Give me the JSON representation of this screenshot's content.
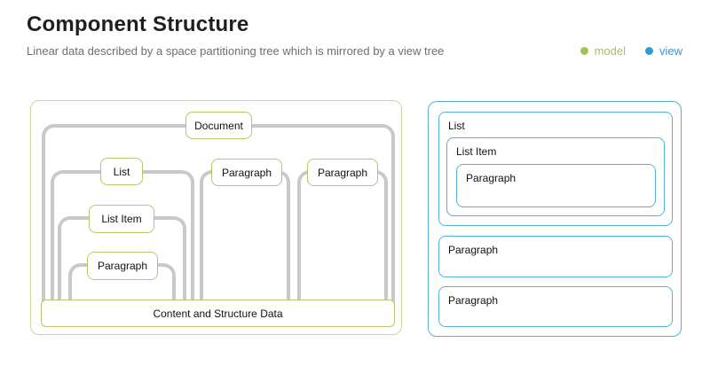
{
  "header": {
    "title": "Component Structure",
    "subtitle": "Linear data described by a space partitioning tree which is mirrored by a view tree"
  },
  "legend": {
    "model_label": "model",
    "view_label": "view"
  },
  "model_tree": {
    "document_label": "Document",
    "list_label": "List",
    "paragraph_mid_label": "Paragraph",
    "paragraph_right_label": "Paragraph",
    "list_item_label": "List Item",
    "paragraph_left_label": "Paragraph",
    "data_bar_label": "Content and Structure Data"
  },
  "view_tree": {
    "list_label": "List",
    "list_item_label": "List Item",
    "paragraph_nested_label": "Paragraph",
    "paragraph_2_label": "Paragraph",
    "paragraph_3_label": "Paragraph"
  },
  "colors": {
    "model_green": "#a6c25b",
    "model_box_border": "#b7c669",
    "model_container_border": "#cbd49e",
    "view_blue": "#2b9fd3",
    "view_box_border": "#51b1d9",
    "connector_gray": "#c9c9c9",
    "title_text": "#1f1f1f",
    "subtitle_text": "#6e6e6e"
  }
}
